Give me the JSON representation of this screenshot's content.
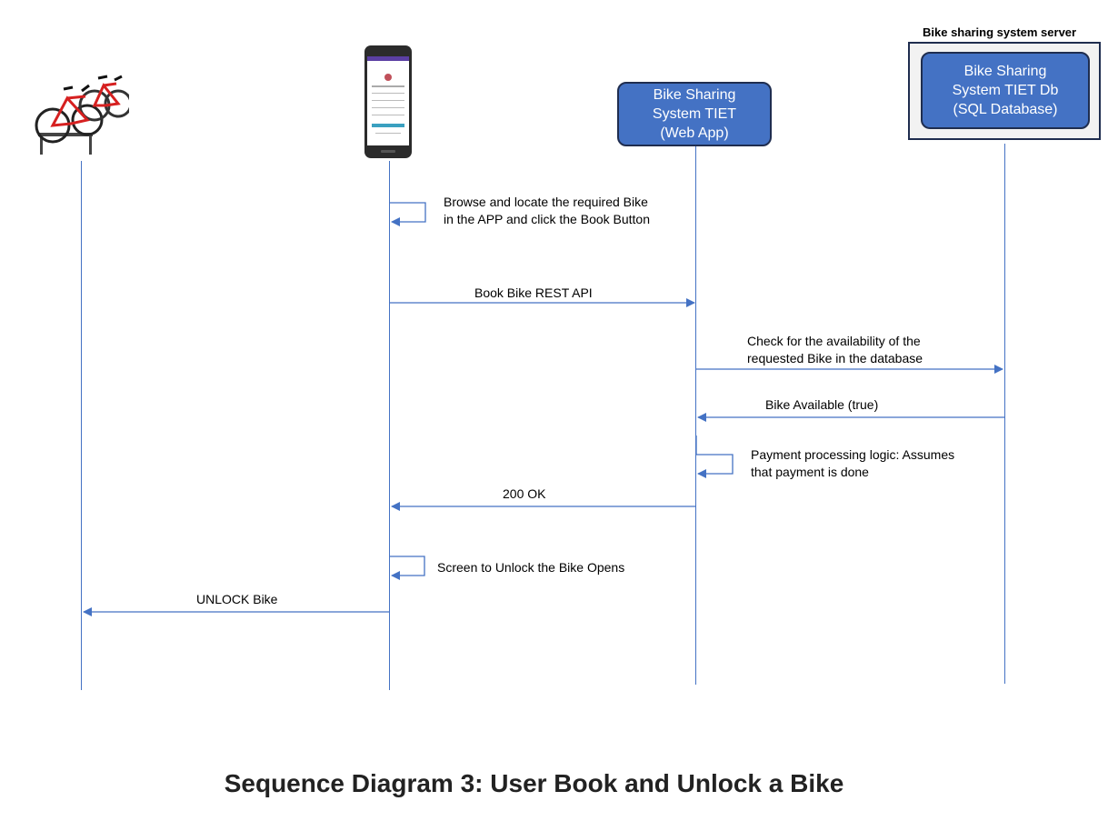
{
  "server_group_label": "Bike sharing system server",
  "participants": {
    "bike": {
      "icon": "bicycle-icon"
    },
    "app": {
      "icon": "smartphone-icon"
    },
    "webapp": {
      "line1": "Bike Sharing",
      "line2": "System TIET",
      "line3": "(Web App)"
    },
    "db": {
      "line1": "Bike Sharing",
      "line2": "System TIET Db",
      "line3": "(SQL Database)"
    }
  },
  "messages": {
    "m1_line1": "Browse and locate the required Bike",
    "m1_line2": "in the APP and click the Book Button",
    "m2": "Book Bike REST API",
    "m3_line1": "Check for the availability of the",
    "m3_line2": "requested Bike in the database",
    "m4": "Bike Available (true)",
    "m5_line1": "Payment processing logic: Assumes",
    "m5_line2": "that payment is done",
    "m6": "200 OK",
    "m7": "Screen to Unlock the Bike Opens",
    "m8": "UNLOCK Bike"
  },
  "title": "Sequence Diagram 3: User Book and Unlock a Bike",
  "colors": {
    "line": "#4472c4",
    "box_fill": "#4472c4",
    "box_border": "#1f2d4f"
  }
}
